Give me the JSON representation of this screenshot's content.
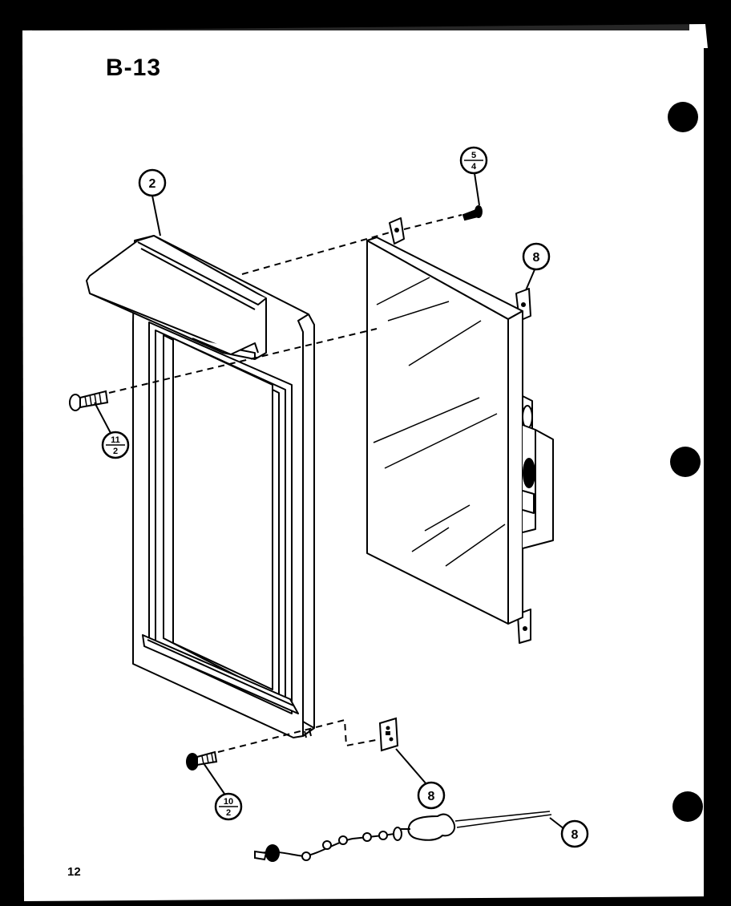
{
  "page": {
    "title": "B-13",
    "page_number": "12"
  },
  "callouts": {
    "door_liner": "2",
    "screw_top": {
      "numerator": "5",
      "denominator": "4"
    },
    "screw_left": {
      "numerator": "11",
      "denominator": "2"
    },
    "screw_bottom": {
      "numerator": "10",
      "denominator": "2"
    },
    "panel": "8",
    "bracket": "8",
    "thermostat": "8"
  }
}
